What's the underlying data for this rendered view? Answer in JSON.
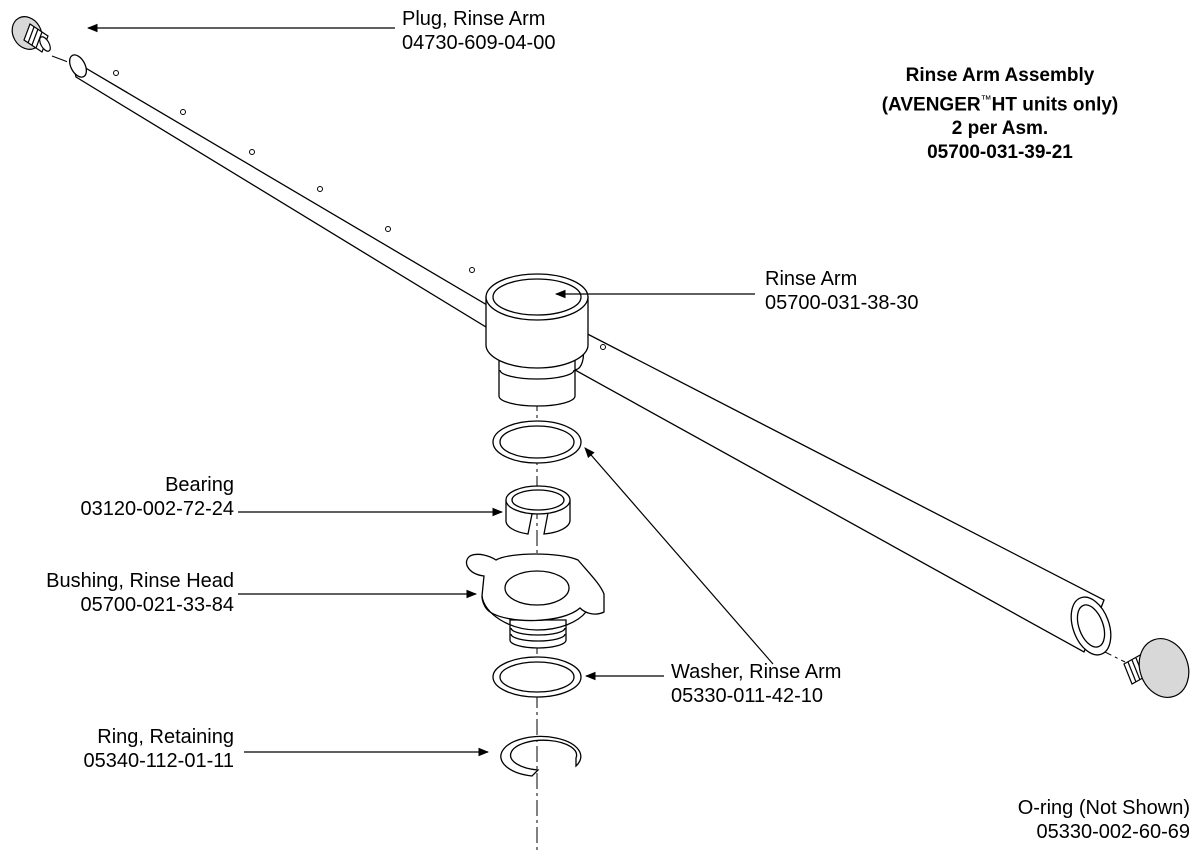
{
  "title": {
    "line1": "Rinse Arm Assembly",
    "line2_pre": "(AVENGER",
    "line2_tm": "™",
    "line2_post": "HT units only)",
    "line3": "2 per Asm.",
    "line4": "05700-031-39-21"
  },
  "labels": {
    "plug": {
      "name": "Plug, Rinse Arm",
      "part": "04730-609-04-00"
    },
    "rinse_arm": {
      "name": "Rinse Arm",
      "part": "05700-031-38-30"
    },
    "bearing": {
      "name": "Bearing",
      "part": "03120-002-72-24"
    },
    "bushing": {
      "name": "Bushing, Rinse Head",
      "part": "05700-021-33-84"
    },
    "washer": {
      "name": "Washer, Rinse Arm",
      "part": "05330-011-42-10"
    },
    "ring": {
      "name": "Ring, Retaining",
      "part": "05340-112-01-11"
    },
    "oring": {
      "name": "O-ring (Not Shown)",
      "part": "05330-002-60-69"
    }
  },
  "colors": {
    "line": "#000000",
    "background": "#ffffff",
    "plug_fill": "#d8d8d8"
  }
}
